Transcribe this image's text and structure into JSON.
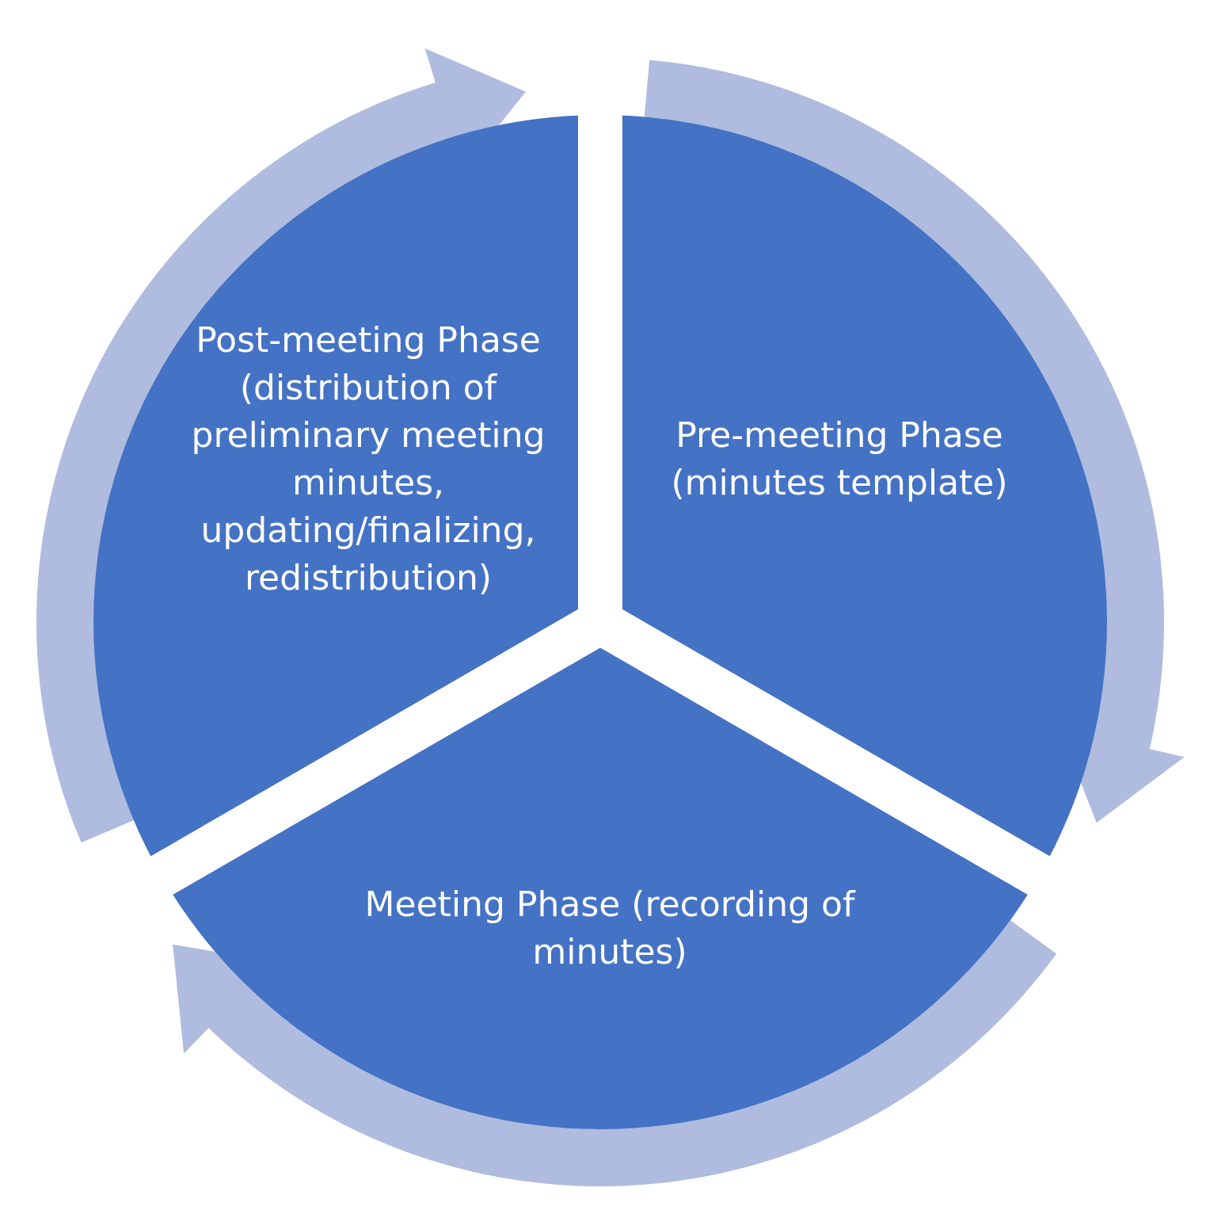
{
  "colors": {
    "segment": "#4472c4",
    "arrow": "#afbcdf",
    "gap": "#ffffff",
    "text": "#ffffff"
  },
  "phases": [
    {
      "id": "post",
      "lines": [
        "Post-meeting Phase",
        "(distribution of",
        "preliminary meeting",
        "minutes,",
        "updating/finalizing,",
        "redistribution)"
      ]
    },
    {
      "id": "pre",
      "lines": [
        "Pre-meeting Phase",
        "(minutes template)"
      ]
    },
    {
      "id": "meeting",
      "lines": [
        "Meeting Phase (recording of",
        "minutes)"
      ]
    }
  ]
}
